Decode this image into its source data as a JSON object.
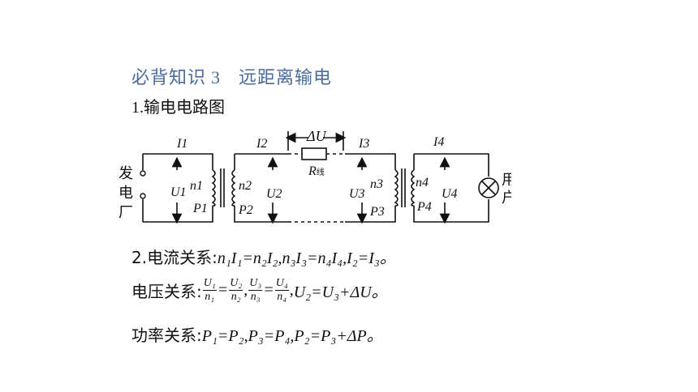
{
  "heading": {
    "prefix": "必背知识",
    "number": "3",
    "title": "远距离输电"
  },
  "section1": {
    "number": "1.",
    "title": "输电电路图"
  },
  "circuit": {
    "generator": [
      "发",
      "电",
      "厂"
    ],
    "user": [
      "用",
      "户"
    ],
    "currents": [
      "I1",
      "I2",
      "I3",
      "I4"
    ],
    "voltages": [
      "U1",
      "U2",
      "U3",
      "U4"
    ],
    "turns": [
      "n1",
      "n2",
      "n3",
      "n4"
    ],
    "powers": [
      "P1",
      "P2",
      "P3",
      "P4"
    ],
    "delta_u": "ΔU",
    "resistor": "R",
    "resistor_sub": "线"
  },
  "current_relation": {
    "label": "2.电流关系:",
    "formula": "n₁I₁=n₂I₂,n₃I₃=n₄I₄,I₂=I₃。"
  },
  "voltage_relation": {
    "label": "电压关系:",
    "fractions": [
      {
        "num": "U₁",
        "den": "n₁"
      },
      {
        "num": "U₂",
        "den": "n₂"
      },
      {
        "num": "U₃",
        "den": "n₃"
      },
      {
        "num": "U₄",
        "den": "n₄"
      }
    ],
    "eq_sign": "=",
    "separator": ",",
    "tail": "U₂=U₃+ΔU。"
  },
  "power_relation": {
    "label": "功率关系:",
    "formula": "P₁=P₂,P₃=P₄,P₂=P₃+ΔP。"
  }
}
